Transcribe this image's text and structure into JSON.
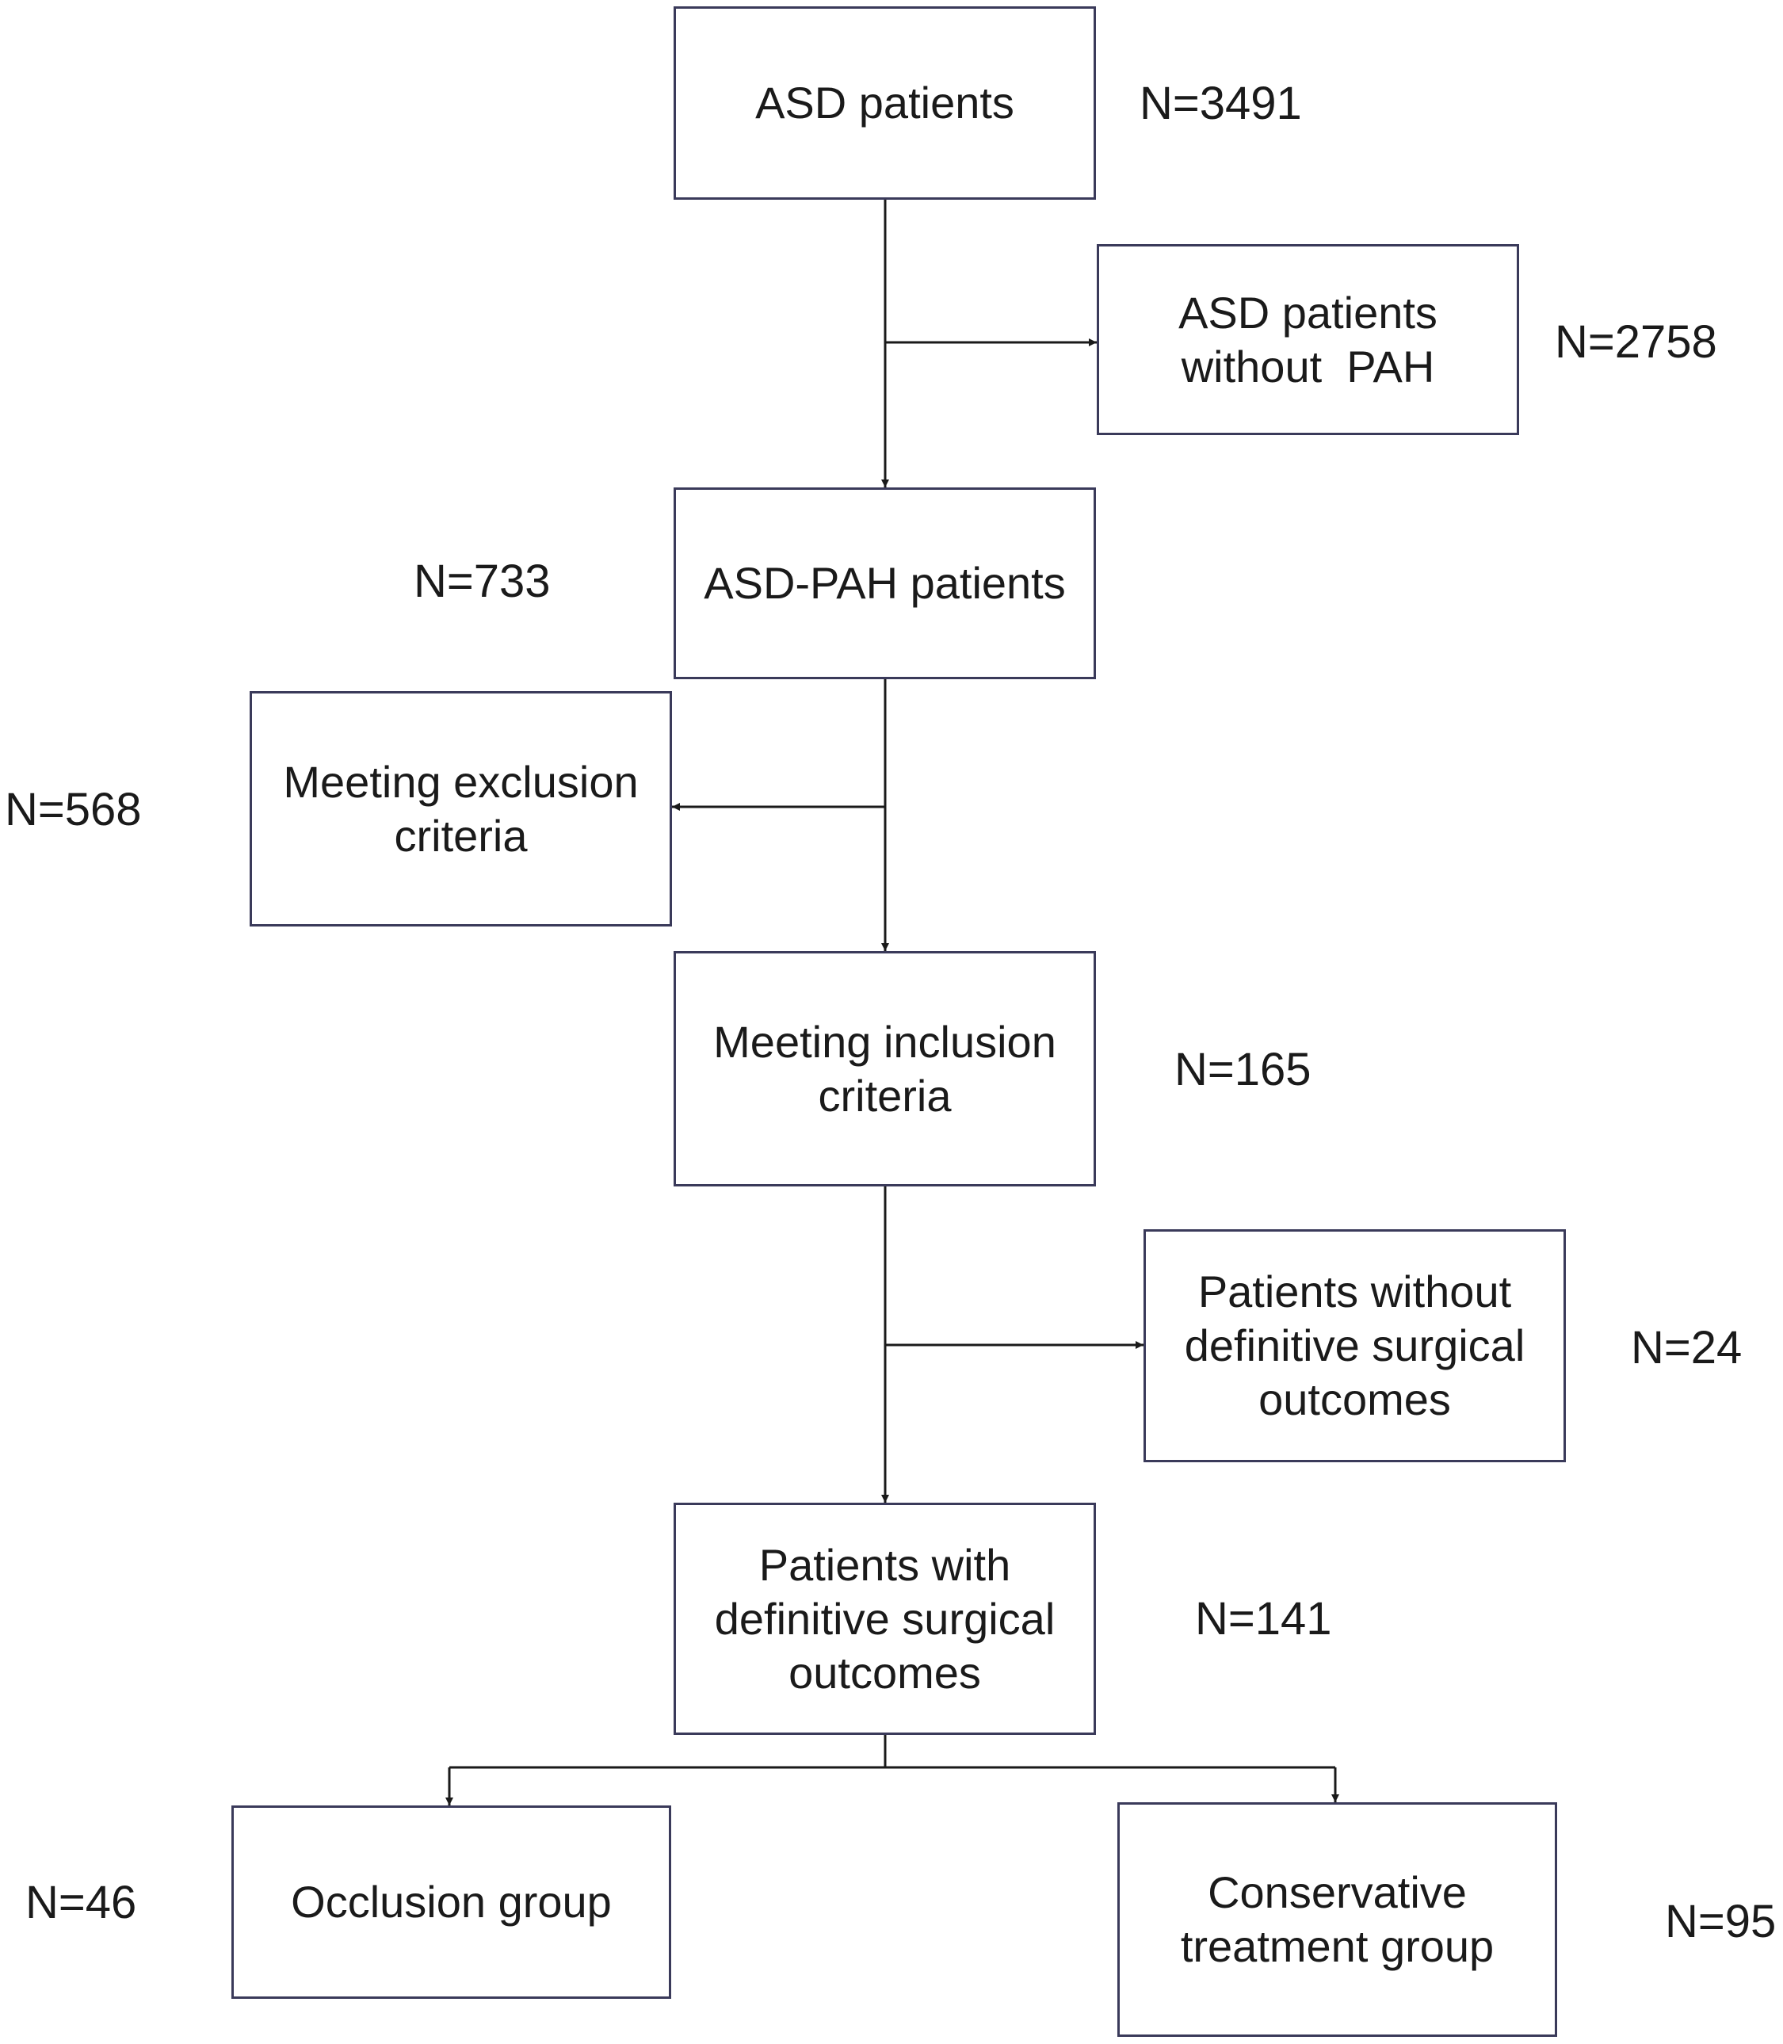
{
  "boxes": {
    "asd": [
      "ASD patients"
    ],
    "no_pah": [
      "ASD patients",
      "without  PAH"
    ],
    "asd_pah": [
      "ASD-PAH patients"
    ],
    "exclusion": [
      "Meeting exclusion",
      "criteria"
    ],
    "inclusion": [
      "Meeting inclusion",
      "criteria"
    ],
    "without_outcomes": [
      "Patients without",
      "definitive surgical",
      "outcomes"
    ],
    "with_outcomes": [
      "Patients with",
      "definitive surgical",
      "outcomes"
    ],
    "occlusion": [
      "Occlusion group"
    ],
    "conservative": [
      "Conservative",
      "treatment group"
    ]
  },
  "counts": {
    "asd": "N=3491",
    "no_pah": "N=2758",
    "asd_pah": "N=733",
    "exclusion": "N=568",
    "inclusion": "N=165",
    "without_outcomes": "N=24",
    "with_outcomes": "N=141",
    "occlusion": "N=46",
    "conservative": "N=95"
  }
}
